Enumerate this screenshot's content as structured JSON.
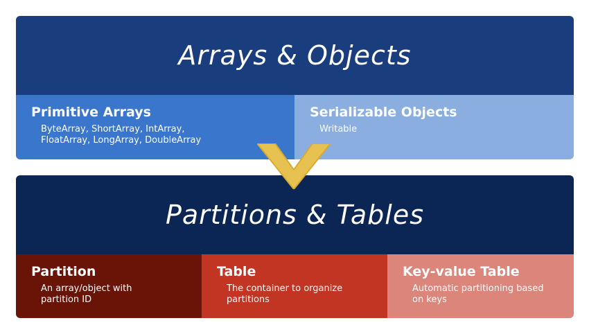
{
  "top": {
    "title": "Arrays & Objects",
    "primitive": {
      "title": "Primitive Arrays",
      "desc": "ByteArray, ShortArray, IntArray,\nFloatArray, LongArray, DoubleArray"
    },
    "serializable": {
      "title": "Serializable Objects",
      "desc": "Writable"
    }
  },
  "bottom": {
    "title": "Partitions & Tables",
    "partition": {
      "title": "Partition",
      "desc": "An array/object with\npartition ID"
    },
    "table": {
      "title": "Table",
      "desc": "The container to organize\npartitions"
    },
    "kv": {
      "title": "Key-value Table",
      "desc": "Automatic partitioning based\non keys"
    }
  },
  "colors": {
    "top_header": "#1a3e7d",
    "primitive_bg": "#3a77cc",
    "serializable_bg": "#8aaedf",
    "bottom_header": "#0b2554",
    "partition_bg": "#6a1408",
    "table_bg": "#c23523",
    "kv_bg": "#db857b",
    "arrow": "#e8c250"
  },
  "icons": {
    "arrow": "chevron-down-icon"
  }
}
